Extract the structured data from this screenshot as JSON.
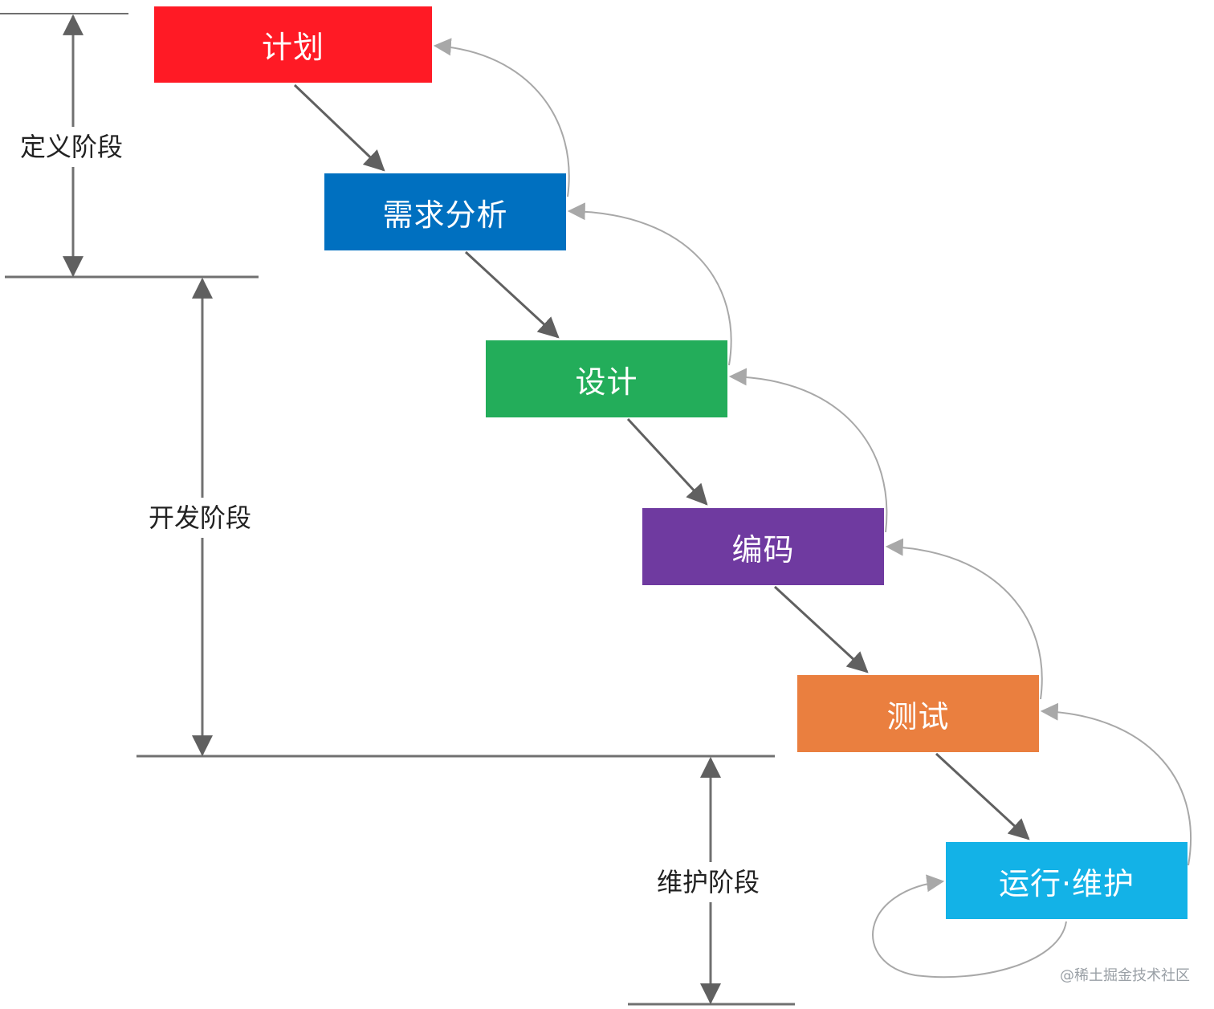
{
  "stages": [
    {
      "label": "计划",
      "color": "#ff1a25"
    },
    {
      "label": "需求分析",
      "color": "#0070c0"
    },
    {
      "label": "设计",
      "color": "#23ad5a"
    },
    {
      "label": "编码",
      "color": "#6f3aa0"
    },
    {
      "label": "测试",
      "color": "#ea7f3f"
    },
    {
      "label": "运行·维护",
      "color": "#13b2e7"
    }
  ],
  "phases": {
    "definition": "定义阶段",
    "development": "开发阶段",
    "maintenance": "维护阶段"
  },
  "watermark": "@稀土掘金技术社区",
  "colors": {
    "arrow_dark": "#606060",
    "arrow_light": "#a8a8a8",
    "divider": "#707070"
  }
}
